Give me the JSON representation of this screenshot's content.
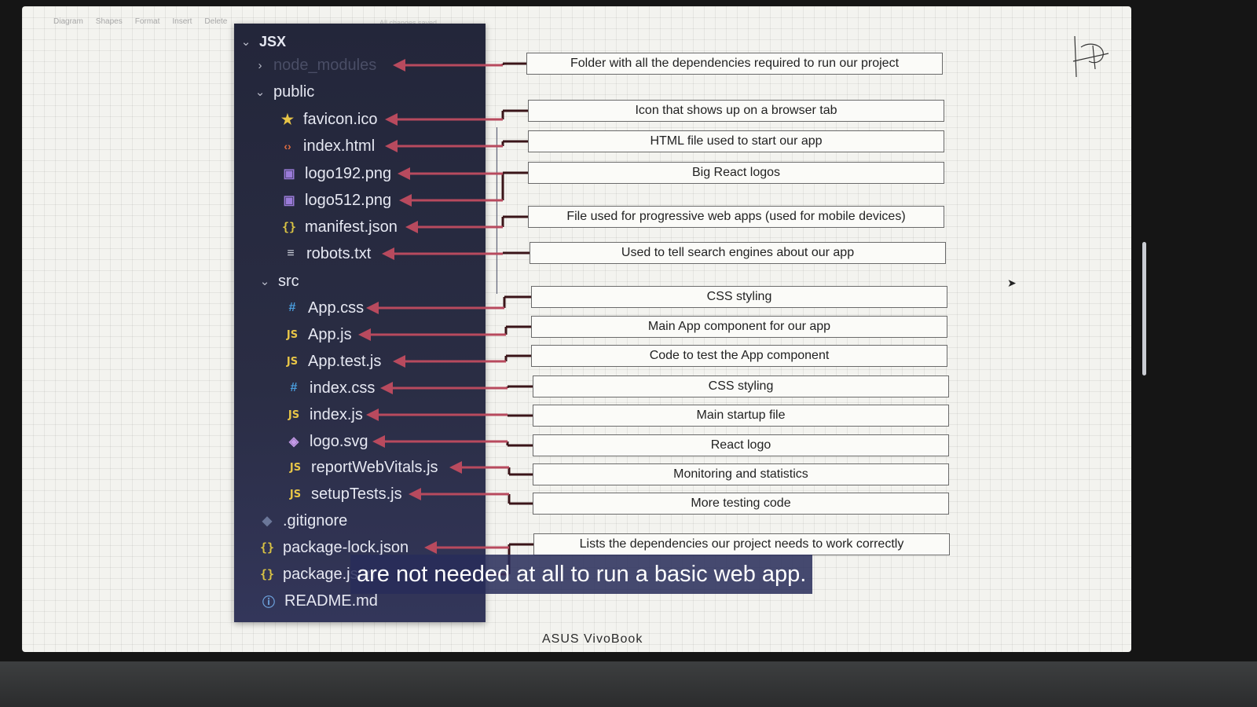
{
  "toolbar": {
    "items": [
      "Diagram",
      "Shapes",
      "Format",
      "Insert",
      "Delete"
    ],
    "status": "All changes saved"
  },
  "explorer": {
    "root": "JSX",
    "rows": [
      {
        "name": "node_modules",
        "type": "folder-collapsed",
        "icon": "chevron-right-icon"
      },
      {
        "name": "public",
        "type": "folder-open",
        "icon": "chevron-down-icon"
      },
      {
        "name": "favicon.ico",
        "type": "file",
        "icon": "star-icon"
      },
      {
        "name": "index.html",
        "type": "file",
        "icon": "html-icon"
      },
      {
        "name": "logo192.png",
        "type": "file",
        "icon": "image-icon"
      },
      {
        "name": "logo512.png",
        "type": "file",
        "icon": "image-icon"
      },
      {
        "name": "manifest.json",
        "type": "file",
        "icon": "json-icon"
      },
      {
        "name": "robots.txt",
        "type": "file",
        "icon": "text-file-icon"
      },
      {
        "name": "src",
        "type": "folder-open",
        "icon": "chevron-down-icon"
      },
      {
        "name": "App.css",
        "type": "file",
        "icon": "css-icon"
      },
      {
        "name": "App.js",
        "type": "file",
        "icon": "js-icon"
      },
      {
        "name": "App.test.js",
        "type": "file",
        "icon": "js-icon"
      },
      {
        "name": "index.css",
        "type": "file",
        "icon": "css-icon"
      },
      {
        "name": "index.js",
        "type": "file",
        "icon": "js-icon"
      },
      {
        "name": "logo.svg",
        "type": "file",
        "icon": "svg-icon"
      },
      {
        "name": "reportWebVitals.js",
        "type": "file",
        "icon": "js-icon"
      },
      {
        "name": "setupTests.js",
        "type": "file",
        "icon": "js-icon"
      },
      {
        "name": ".gitignore",
        "type": "file",
        "icon": "git-icon"
      },
      {
        "name": "package-lock.json",
        "type": "file",
        "icon": "json-icon"
      },
      {
        "name": "package.json",
        "type": "file",
        "icon": "json-icon"
      },
      {
        "name": "README.md",
        "type": "file",
        "icon": "info-icon"
      }
    ]
  },
  "descriptions": [
    "Folder with all the dependencies required to run our project",
    "Icon that shows up on a browser tab",
    "HTML file used to start our app",
    "Big React logos",
    "File used for progressive web apps (used for mobile devices)",
    "Used to tell search engines about our app",
    "CSS styling",
    "Main App component for our app",
    "Code to test the App component",
    "CSS styling",
    "Main startup file",
    "React logo",
    "Monitoring and statistics",
    "More testing code",
    "Lists the dependencies our project needs to work correctly"
  ],
  "subtitle": "are not needed at all to run a basic web app.",
  "bezel_brand": "ASUS VivoBook",
  "colors": {
    "arrow": "#b84a5e",
    "connector": "#3a1418",
    "panel": "#262940"
  }
}
